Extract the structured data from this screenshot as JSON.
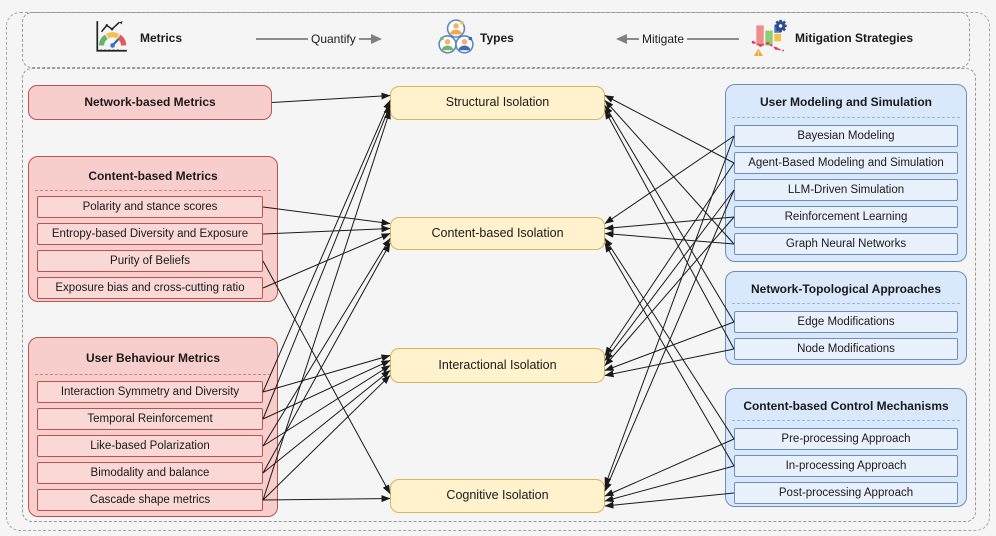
{
  "header": {
    "metrics_label": "Metrics",
    "quantify_label": "Quantify",
    "types_label": "Types",
    "mitigate_label": "Mitigate",
    "mitigation_label": "Mitigation Strategies"
  },
  "metrics_column": {
    "network_based_title": "Network-based Metrics",
    "content_based": {
      "title": "Content-based Metrics",
      "items": [
        "Polarity and stance scores",
        "Entropy-based Diversity and Exposure",
        "Purity of Beliefs",
        "Exposure bias and cross-cutting ratio"
      ]
    },
    "user_behaviour": {
      "title": "User Behaviour Metrics",
      "items": [
        "Interaction Symmetry and Diversity",
        "Temporal Reinforcement",
        "Like-based Polarization",
        "Bimodality and balance",
        "Cascade shape metrics"
      ]
    }
  },
  "types_column": {
    "items": [
      "Structural Isolation",
      "Content-based Isolation",
      "Interactional Isolation",
      "Cognitive Isolation"
    ]
  },
  "strategies_column": {
    "user_modeling": {
      "title": "User Modeling and Simulation",
      "items": [
        "Bayesian Modeling",
        "Agent-Based Modeling and Simulation",
        "LLM-Driven Simulation",
        "Reinforcement Learning",
        "Graph Neural Networks"
      ]
    },
    "network_topological": {
      "title": "Network-Topological Approaches",
      "items": [
        "Edge Modifications",
        "Node Modifications"
      ]
    },
    "content_control": {
      "title": "Content-based Control Mechanisms",
      "items": [
        "Pre-processing Approach",
        "In-processing Approach",
        "Post-processing Approach"
      ]
    }
  },
  "colors": {
    "metrics_fill": "#f8cecc",
    "metrics_stroke": "#b85450",
    "types_fill": "#fff2cc",
    "types_stroke": "#d6b656",
    "strategies_fill": "#dae8fc",
    "strategies_stroke": "#6c8ebf",
    "arrow": "#1a1a1a"
  },
  "diagram": {
    "edges": [
      {
        "from": "network-metrics",
        "to": "structural-isolation"
      },
      {
        "from": "interaction-symmetry",
        "to": "structural-isolation"
      },
      {
        "from": "temporal-reinforcement",
        "to": "structural-isolation"
      },
      {
        "from": "cascade-shape",
        "to": "structural-isolation"
      },
      {
        "from": "polarity-stance",
        "to": "content-isolation"
      },
      {
        "from": "entropy-diversity",
        "to": "content-isolation"
      },
      {
        "from": "exposure-bias",
        "to": "content-isolation"
      },
      {
        "from": "like-based-polarization",
        "to": "content-isolation"
      },
      {
        "from": "bimodality-balance",
        "to": "content-isolation"
      },
      {
        "from": "interaction-symmetry",
        "to": "interactional-isolation"
      },
      {
        "from": "temporal-reinforcement",
        "to": "interactional-isolation"
      },
      {
        "from": "like-based-polarization",
        "to": "interactional-isolation"
      },
      {
        "from": "bimodality-balance",
        "to": "interactional-isolation"
      },
      {
        "from": "cascade-shape",
        "to": "interactional-isolation"
      },
      {
        "from": "purity-beliefs",
        "to": "cognitive-isolation"
      },
      {
        "from": "cascade-shape",
        "to": "cognitive-isolation"
      },
      {
        "from": "agent-based",
        "to": "structural-isolation"
      },
      {
        "from": "graph-neural",
        "to": "structural-isolation"
      },
      {
        "from": "edge-modifications",
        "to": "structural-isolation"
      },
      {
        "from": "node-modifications",
        "to": "structural-isolation"
      },
      {
        "from": "bayesian",
        "to": "content-isolation"
      },
      {
        "from": "reinforcement-learning",
        "to": "content-isolation"
      },
      {
        "from": "graph-neural",
        "to": "content-isolation"
      },
      {
        "from": "pre-processing",
        "to": "content-isolation"
      },
      {
        "from": "in-processing",
        "to": "content-isolation"
      },
      {
        "from": "agent-based",
        "to": "interactional-isolation"
      },
      {
        "from": "llm-simulation",
        "to": "interactional-isolation"
      },
      {
        "from": "reinforcement-learning",
        "to": "interactional-isolation"
      },
      {
        "from": "edge-modifications",
        "to": "interactional-isolation"
      },
      {
        "from": "node-modifications",
        "to": "interactional-isolation"
      },
      {
        "from": "bayesian",
        "to": "cognitive-isolation"
      },
      {
        "from": "llm-simulation",
        "to": "cognitive-isolation"
      },
      {
        "from": "pre-processing",
        "to": "cognitive-isolation"
      },
      {
        "from": "in-processing",
        "to": "cognitive-isolation"
      },
      {
        "from": "post-processing",
        "to": "cognitive-isolation"
      }
    ]
  }
}
